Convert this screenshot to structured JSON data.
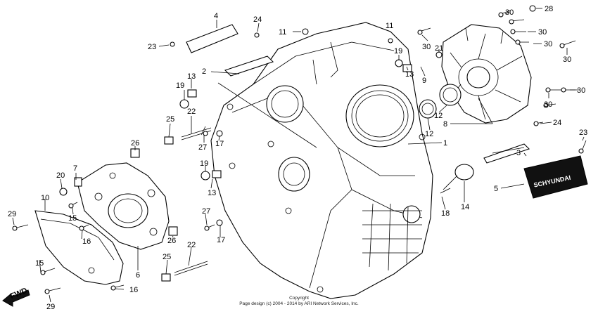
{
  "callouts": [
    "1",
    "2",
    "3",
    "4",
    "5",
    "6",
    "7",
    "8",
    "9",
    "10",
    "11",
    "12",
    "13",
    "14",
    "15",
    "16",
    "17",
    "18",
    "19",
    "20",
    "21",
    "22",
    "23",
    "24",
    "25",
    "26",
    "27",
    "28",
    "29",
    "30"
  ],
  "fwd_label": "FWD",
  "plate_text": "SCHYUNDAI",
  "copyright": {
    "line1": "Copyright",
    "line2": "Page design (c) 2004 - 2014 by ARI Network Services, Inc."
  }
}
